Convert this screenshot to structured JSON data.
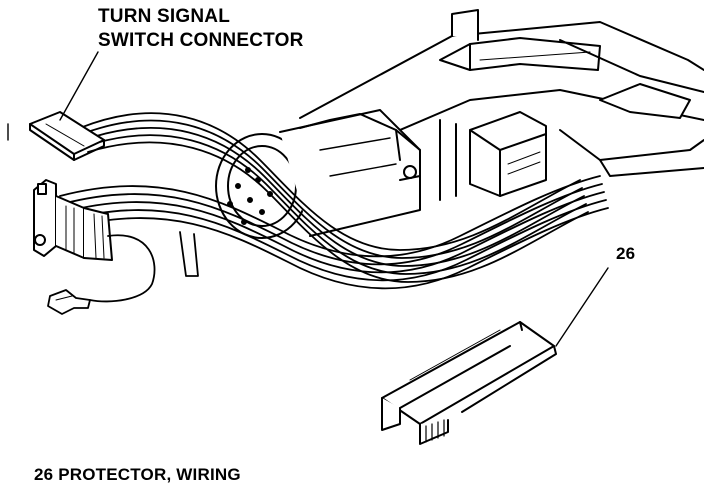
{
  "labels": {
    "callout_line1": "TURN SIGNAL",
    "callout_line2": "SWITCH CONNECTOR",
    "part_number": "26"
  },
  "legend": {
    "caption": "26 PROTECTOR, WIRING"
  },
  "colors": {
    "ink": "#000000",
    "paper": "#ffffff",
    "shade": "#d9d9d9"
  }
}
